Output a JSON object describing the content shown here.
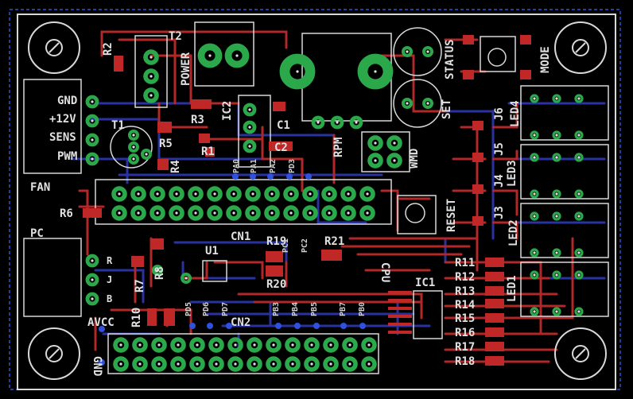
{
  "colors": {
    "background": "#000000",
    "outline": "#e0e0e0",
    "top_copper": "#b02828",
    "bottom_copper": "#2832a0",
    "pad": "#2aa84a",
    "via": "#2040c0",
    "smd": "#c02828",
    "text": "#e0e0e0",
    "dim_frame": "#2040a0"
  },
  "labels": {
    "t2": "T2",
    "r2": "R2",
    "power": "POWER",
    "status": "STATUS",
    "mode": "MODE",
    "gnd": "GND",
    "v12": "+12V",
    "sens": "SENS",
    "pwm": "PWM",
    "t1": "T1",
    "r3": "R3",
    "r5": "R5",
    "r1": "R1",
    "r4": "R4",
    "ic2": "IC2",
    "c1": "C1",
    "c2": "C2",
    "rpm": "RPM",
    "wmd": "WMD",
    "set": "SET",
    "led4": "LED4",
    "led3": "LED3",
    "led2": "LED2",
    "led1": "LED1",
    "j6": "J6",
    "j5": "J5",
    "j4": "J4",
    "j3": "J3",
    "fan": "FAN",
    "reset": "RESET",
    "r6": "R6",
    "pc": "PC",
    "cn1": "CN1",
    "r19": "R19",
    "r21": "R21",
    "r20": "R20",
    "u1": "U1",
    "cpu": "CPU",
    "ic1": "IC1",
    "r7": "R7",
    "r8": "R8",
    "r10": "R10",
    "avcc": "AVCC",
    "cn2": "CN2",
    "gnd2": "GND",
    "r11": "R11",
    "r12": "R12",
    "r13": "R13",
    "r14": "R14",
    "r15": "R15",
    "r16": "R16",
    "r17": "R17",
    "r18": "R18",
    "pa0": "PA0",
    "pa1": "PA1",
    "pa2": "PA2",
    "pd5": "PD5",
    "pd6": "PD6",
    "pd7": "PD7",
    "pb3": "PB3",
    "pb4": "PB4",
    "pb5": "PB5",
    "pb7": "PB7",
    "pd3": "PD3",
    "pb0": "PB0",
    "pc1": "PC1",
    "pc2": "PC2",
    "pin_r": "R",
    "pin_j": "J",
    "pin_b": "B"
  }
}
